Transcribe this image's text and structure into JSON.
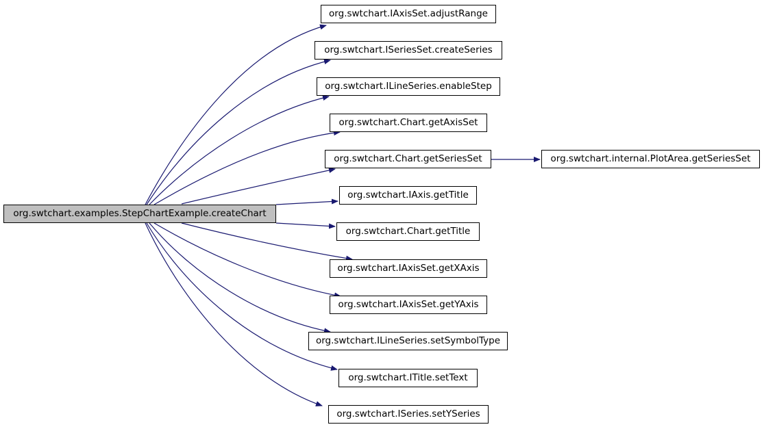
{
  "diagram": {
    "root": "org.swtchart.examples.StepChartExample.createChart",
    "callees": [
      "org.swtchart.IAxisSet.adjustRange",
      "org.swtchart.ISeriesSet.createSeries",
      "org.swtchart.ILineSeries.enableStep",
      "org.swtchart.Chart.getAxisSet",
      "org.swtchart.Chart.getSeriesSet",
      "org.swtchart.IAxis.getTitle",
      "org.swtchart.Chart.getTitle",
      "org.swtchart.IAxisSet.getXAxis",
      "org.swtchart.IAxisSet.getYAxis",
      "org.swtchart.ILineSeries.setSymbolType",
      "org.swtchart.ITitle.setText",
      "org.swtchart.ISeries.setYSeries"
    ],
    "secondary": "org.swtchart.internal.PlotArea.getSeriesSet",
    "colors": {
      "edge": "#191970",
      "root_fill": "#bfbfbf",
      "node_fill": "#ffffff",
      "node_border": "#000000"
    }
  }
}
